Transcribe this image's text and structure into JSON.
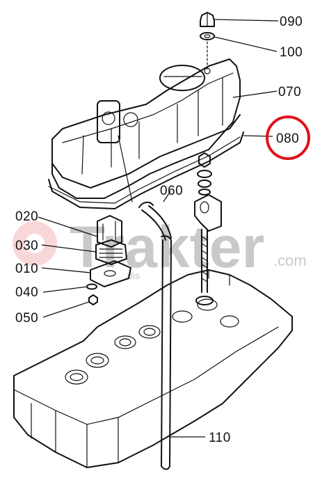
{
  "watermark": {
    "brand": "Trakter",
    "suffix": ".com",
    "fragment": "dis"
  },
  "callouts": [
    {
      "id": "090",
      "label": "090",
      "highlighted": false
    },
    {
      "id": "100",
      "label": "100",
      "highlighted": false
    },
    {
      "id": "070",
      "label": "070",
      "highlighted": false
    },
    {
      "id": "080",
      "label": "080",
      "highlighted": true
    },
    {
      "id": "060",
      "label": "060",
      "highlighted": false
    },
    {
      "id": "020",
      "label": "020",
      "highlighted": false
    },
    {
      "id": "030",
      "label": "030",
      "highlighted": false
    },
    {
      "id": "010",
      "label": "010",
      "highlighted": false
    },
    {
      "id": "040",
      "label": "040",
      "highlighted": false
    },
    {
      "id": "050",
      "label": "050",
      "highlighted": false
    },
    {
      "id": "110",
      "label": "110",
      "highlighted": false
    }
  ],
  "colors": {
    "line": "#111111",
    "highlight": "#e0131b",
    "watermark": "#c9c9c9",
    "watermark_gear": "#f2b8b8"
  }
}
